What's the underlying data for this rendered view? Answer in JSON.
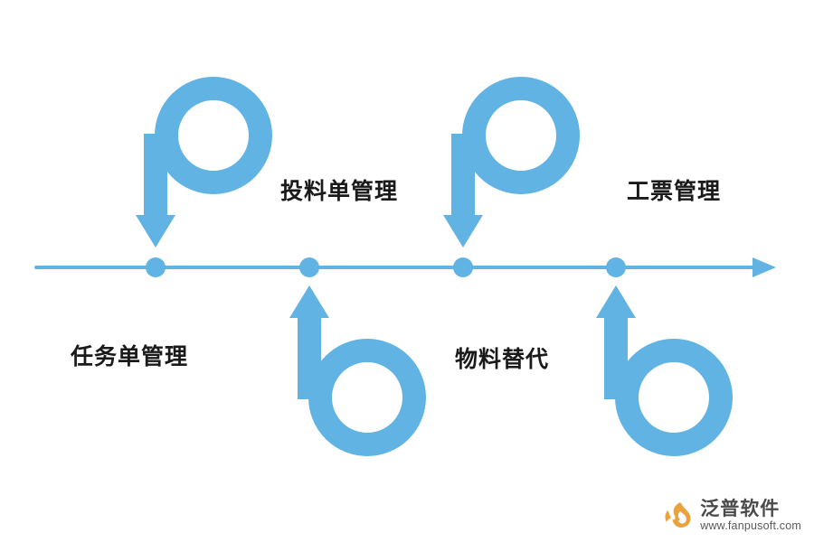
{
  "diagram": {
    "type": "timeline-process",
    "colors": {
      "accent": "#61b3e4",
      "label_text": "#1a1a1a",
      "background": "#ffffff",
      "watermark_text": "#4a4a4a",
      "watermark_mark": "#e8a33d"
    },
    "axis": {
      "orientation": "horizontal",
      "arrow_direction": "right"
    },
    "nodes": [
      {
        "id": "node-1",
        "label": "任务单管理",
        "position": "below-left",
        "marker": "dot"
      },
      {
        "id": "node-2",
        "label": "投料单管理",
        "position": "above",
        "marker": "dot"
      },
      {
        "id": "node-3",
        "label": "物料替代",
        "position": "below",
        "marker": "dot"
      },
      {
        "id": "node-4",
        "label": "工票管理",
        "position": "above-right",
        "marker": "dot"
      }
    ],
    "pointers": [
      {
        "id": "pointer-1",
        "shape": "p-loop-arrow-down",
        "target_node": "node-1",
        "direction": "down"
      },
      {
        "id": "pointer-2",
        "shape": "b-loop-arrow-up",
        "target_node": "node-2",
        "direction": "up"
      },
      {
        "id": "pointer-3",
        "shape": "p-loop-arrow-down",
        "target_node": "node-3",
        "direction": "down"
      },
      {
        "id": "pointer-4",
        "shape": "b-loop-arrow-up",
        "target_node": "node-4",
        "direction": "up"
      }
    ]
  },
  "watermark": {
    "icon": "flame-logo-icon",
    "title": "泛普软件",
    "url": "www.fanpusoft.com"
  }
}
